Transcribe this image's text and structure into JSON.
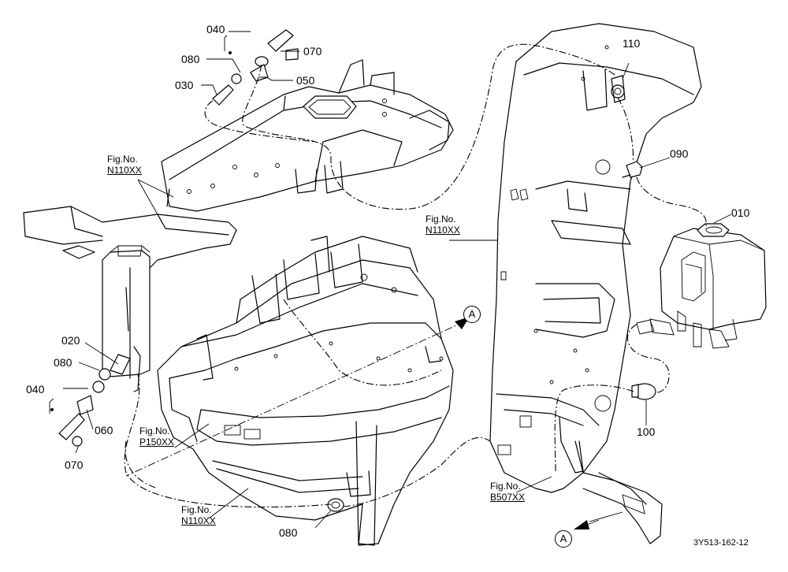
{
  "part_labels": {
    "p040_top": "040",
    "p070_top": "070",
    "p080_top": "080",
    "p050": "050",
    "p030": "030",
    "p110": "110",
    "p090": "090",
    "p010": "010",
    "p020": "020",
    "p080_left": "080",
    "p040_left": "040",
    "p060": "060",
    "p070_left": "070",
    "p100": "100",
    "p080_bottom": "080"
  },
  "figure_refs": {
    "top_left": {
      "title": "Fig.No.",
      "number": "N110XX"
    },
    "center_right": {
      "title": "Fig.No.",
      "number": "N110XX"
    },
    "bottom_left_p150": {
      "title": "Fig.No.",
      "number": "P150XX"
    },
    "bottom_center": {
      "title": "Fig.No.",
      "number": "N110XX"
    },
    "bottom_right": {
      "title": "Fig.No.",
      "number": "B507XX"
    }
  },
  "section_markers": {
    "upper": "A",
    "lower": "A"
  },
  "drawing_code": "3Y513-162-12"
}
